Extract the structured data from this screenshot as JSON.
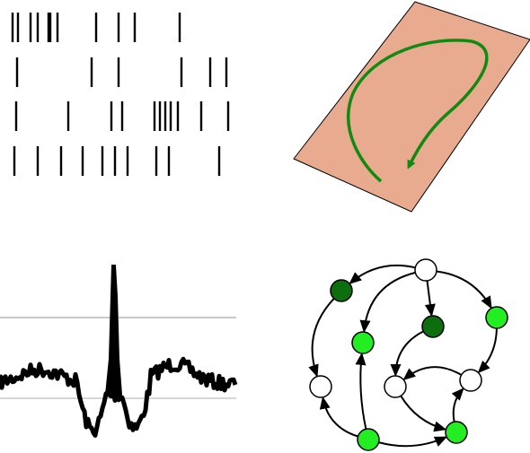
{
  "colors": {
    "background": "#ffffff",
    "ink": "#000000",
    "plane_fill": "#e9ab8f",
    "trajectory": "#128a12",
    "node_white": "#ffffff",
    "node_light": "#22ee22",
    "node_dark": "#0d6e0d",
    "ref_line": "#c8c8c8"
  },
  "spike_rasters": [
    [
      0.0,
      0.06,
      0.2,
      0.28,
      0.4,
      0.42,
      0.5,
      0.93,
      1.18,
      1.36,
      1.86
    ],
    [
      0.05,
      0.88,
      1.18,
      1.88,
      2.2,
      2.38
    ],
    [
      0.04,
      0.62,
      1.1,
      1.22,
      1.58,
      1.64,
      1.7,
      1.76,
      1.84,
      2.1,
      2.4
    ],
    [
      0.02,
      0.28,
      0.54,
      0.78,
      1.0,
      1.14,
      1.28,
      1.6,
      1.74,
      2.3
    ]
  ],
  "trajectory": {
    "direction": "arrow-bottom-left"
  },
  "waveform": {
    "shape": "sharp-peak-with-noisy-side-lobes"
  },
  "network": {
    "nodes": [
      {
        "id": "top",
        "state": "white"
      },
      {
        "id": "upper-left",
        "state": "dark"
      },
      {
        "id": "center-upper",
        "state": "dark"
      },
      {
        "id": "right-upper",
        "state": "light"
      },
      {
        "id": "left-mid",
        "state": "light"
      },
      {
        "id": "far-left",
        "state": "white"
      },
      {
        "id": "center",
        "state": "white"
      },
      {
        "id": "right",
        "state": "white"
      },
      {
        "id": "bottom-left",
        "state": "light"
      },
      {
        "id": "bottom-right",
        "state": "light"
      }
    ],
    "edges": [
      [
        "top",
        "upper-left"
      ],
      [
        "top",
        "center-upper"
      ],
      [
        "top",
        "right-upper"
      ],
      [
        "top",
        "left-mid"
      ],
      [
        "upper-left",
        "far-left"
      ],
      [
        "center-upper",
        "center"
      ],
      [
        "right-upper",
        "right"
      ],
      [
        "right",
        "center"
      ],
      [
        "center",
        "bottom-right"
      ],
      [
        "bottom-left",
        "left-mid"
      ],
      [
        "bottom-left",
        "far-left"
      ],
      [
        "bottom-left",
        "bottom-right"
      ],
      [
        "bottom-right",
        "right"
      ]
    ]
  }
}
